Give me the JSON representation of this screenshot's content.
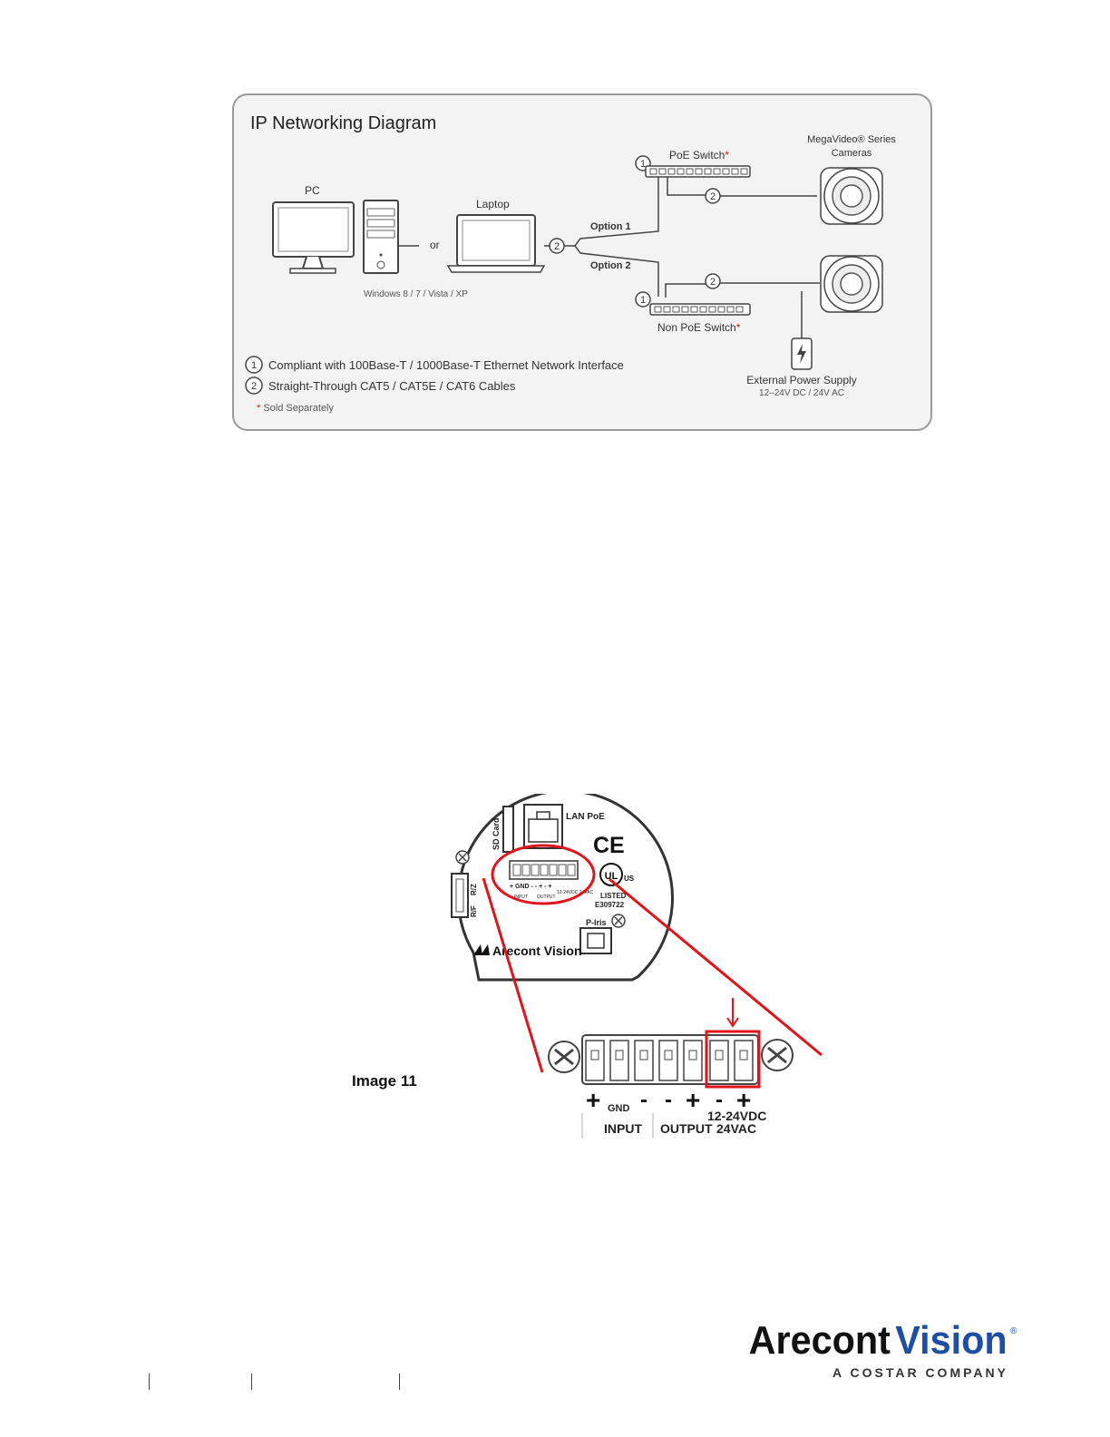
{
  "diagram": {
    "title": "IP Networking Diagram",
    "pc_label": "PC",
    "or_label": "or",
    "laptop_label": "Laptop",
    "os_label": "Windows 8 / 7 / Vista / XP",
    "option1_label": "Option 1",
    "option2_label": "Option 2",
    "poe_switch_label": "PoE Switch",
    "non_poe_switch_label": "Non PoE Switch",
    "asterisk": "*",
    "cameras_label_line1": "MegaVideo® Series",
    "cameras_label_line2": "Cameras",
    "power_supply_label": "External Power Supply",
    "power_supply_spec": "12–24V DC / 24V AC",
    "badge_1": "1",
    "badge_2": "2",
    "legend": [
      {
        "number": "1",
        "text": "Compliant with 100Base-T / 1000Base-T Ethernet Network Interface"
      },
      {
        "number": "2",
        "text": "Straight-Through CAT5 / CAT5E / CAT6 Cables"
      }
    ],
    "sold_separately": "Sold Separately"
  },
  "board": {
    "sd_card_label": "SD Card",
    "lan_poe_label": "LAN PoE",
    "ce_mark": "CE",
    "ul_mark": "UL",
    "ul_country": "US",
    "listed_label": "LISTED",
    "listed_number": "E309722",
    "rz_label": "R/Z",
    "rf_label": "R/F",
    "piris_label": "P-Iris",
    "brand_label": "Arecont Vision",
    "small_signs": "+ GND - - + - +",
    "small_input": "INPUT",
    "small_output": "OUTPUT",
    "small_power": "12-24VDC 24VAC"
  },
  "terminal": {
    "plus": "+",
    "minus": "-",
    "gnd_label": "GND",
    "input_label": "INPUT",
    "output_label": "OUTPUT",
    "power_line1": "12-24VDC",
    "power_line2": "24VAC"
  },
  "image_caption": "Image 11",
  "footer": {
    "brand_part1": "Arecont",
    "brand_part2": "Vision",
    "registered": "®",
    "tagline": "A COSTAR COMPANY"
  },
  "colors": {
    "highlight_red": "#e0141a",
    "brand_black": "#111111",
    "brand_blue": "#1f4fa3"
  }
}
